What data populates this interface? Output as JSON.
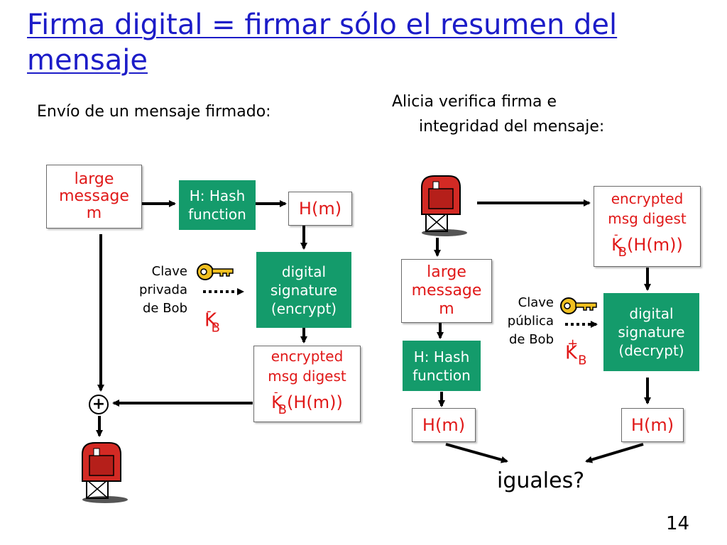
{
  "title": "Firma digital = firmar sólo el resumen del mensaje",
  "left_heading": "Envío de un mensaje firmado:",
  "right_heading_line1": "Alicia verifica firma e",
  "right_heading_line2": "integridad del mensaje:",
  "left": {
    "large_message": [
      "large",
      "message",
      "m"
    ],
    "hash_function": [
      "H: Hash",
      "function"
    ],
    "hm": "H(m)",
    "digital_signature": [
      "digital",
      "signature",
      "(encrypt)"
    ],
    "encrypted_digest": [
      "encrypted",
      "msg digest"
    ],
    "encrypted_formula": "(H(m))",
    "key_label": [
      "Clave",
      "privada",
      "de Bob"
    ],
    "key_symbol": "K",
    "key_sub": "B",
    "key_sign": "-",
    "plus": "+"
  },
  "right": {
    "encrypted_digest": [
      "encrypted",
      "msg digest"
    ],
    "encrypted_formula": "(H(m))",
    "large_message": [
      "large",
      "message",
      "m"
    ],
    "hash_function": [
      "H: Hash",
      "function"
    ],
    "digital_signature": [
      "digital",
      "signature",
      "(decrypt)"
    ],
    "key_label": [
      "Clave",
      "pública",
      "de Bob"
    ],
    "key_symbol": "K",
    "key_sub": "B",
    "key_sign": "+",
    "hm_left": "H(m)",
    "hm_right": "H(m)"
  },
  "question": "iguales?",
  "page_number": "14",
  "colors": {
    "title": "#1c1cc8",
    "accent_red": "#e01818",
    "box_green": "#149b6b"
  },
  "icons": [
    "mailbox-icon",
    "key-icon"
  ]
}
